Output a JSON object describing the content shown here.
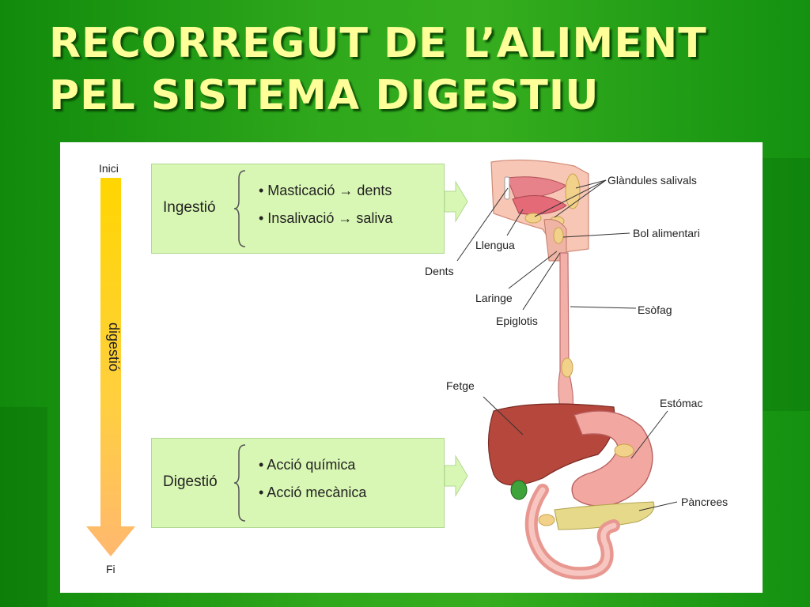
{
  "title": {
    "line1": "RECORREGUT DE L’ALIMENT",
    "line2": "PEL SISTEMA DIGESTIU"
  },
  "flow": {
    "start_label": "Inici",
    "end_label": "Fi",
    "arrow_label": "digestió"
  },
  "boxes": [
    {
      "title": "Ingestió",
      "items": [
        "• Masticació → dents",
        "• Insalivació → saliva"
      ]
    },
    {
      "title": "Digestió",
      "items": [
        "• Acció química",
        "• Acció mecànica"
      ]
    }
  ],
  "anatomy_labels": {
    "glandules": "Glàndules salivals",
    "llengua": "Llengua",
    "bol": "Bol alimentari",
    "dents": "Dents",
    "laringe": "Laringe",
    "esofag": "Esòfag",
    "epiglotis": "Epiglotis",
    "fetge": "Fetge",
    "estomac": "Estómac",
    "pancrees": "Pàncrees"
  },
  "colors": {
    "background": "#1f9a12",
    "title": "#ffff9a",
    "box_fill": "#d9f7b4",
    "arrow_top": "#ffd600",
    "arrow_bottom": "#ffb870"
  }
}
